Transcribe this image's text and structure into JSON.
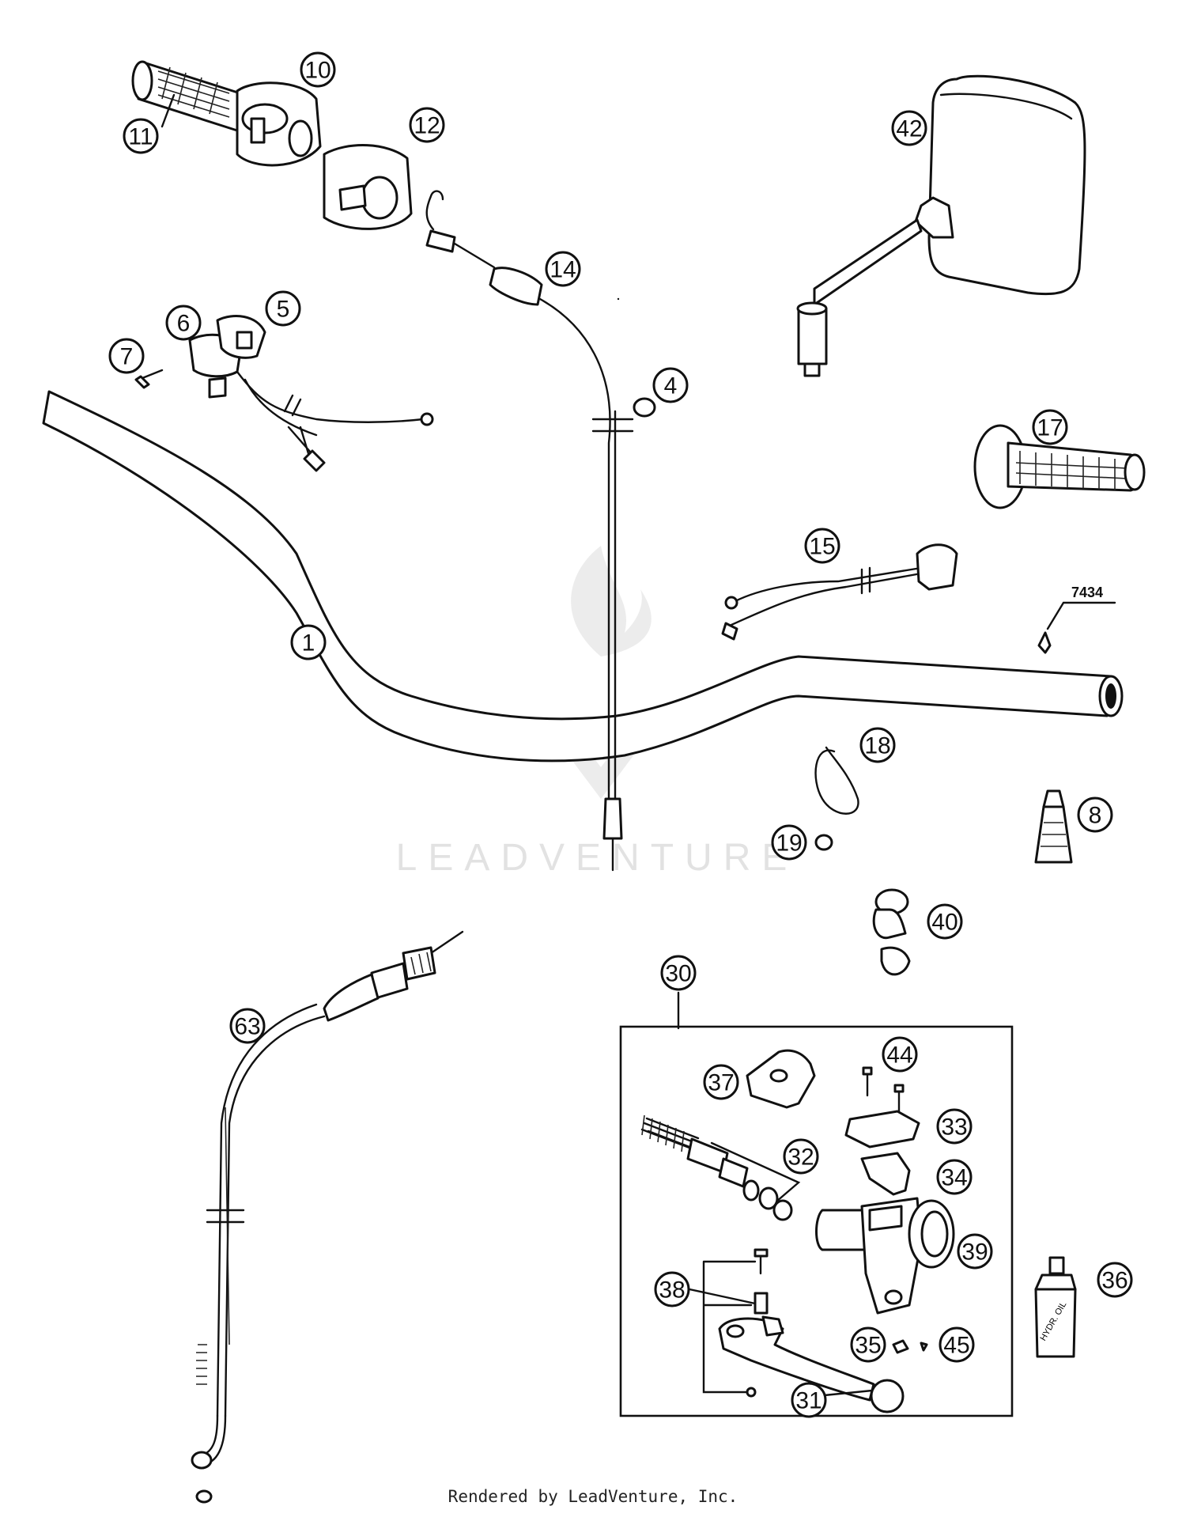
{
  "footer": {
    "text": "Rendered by LeadVenture, Inc."
  },
  "watermark": {
    "text": "LEADVENTURE"
  },
  "reference_label": "7434",
  "callouts": [
    {
      "id": "1",
      "label": "1"
    },
    {
      "id": "4",
      "label": "4"
    },
    {
      "id": "5",
      "label": "5"
    },
    {
      "id": "6",
      "label": "6"
    },
    {
      "id": "7",
      "label": "7"
    },
    {
      "id": "8",
      "label": "8"
    },
    {
      "id": "10",
      "label": "10"
    },
    {
      "id": "11",
      "label": "11"
    },
    {
      "id": "12",
      "label": "12"
    },
    {
      "id": "14",
      "label": "14"
    },
    {
      "id": "15",
      "label": "15"
    },
    {
      "id": "17",
      "label": "17"
    },
    {
      "id": "18",
      "label": "18"
    },
    {
      "id": "19",
      "label": "19"
    },
    {
      "id": "30",
      "label": "30"
    },
    {
      "id": "31",
      "label": "31"
    },
    {
      "id": "32",
      "label": "32"
    },
    {
      "id": "33",
      "label": "33"
    },
    {
      "id": "34",
      "label": "34"
    },
    {
      "id": "35",
      "label": "35"
    },
    {
      "id": "36",
      "label": "36"
    },
    {
      "id": "37",
      "label": "37"
    },
    {
      "id": "38",
      "label": "38"
    },
    {
      "id": "39",
      "label": "39"
    },
    {
      "id": "40",
      "label": "40"
    },
    {
      "id": "42",
      "label": "42"
    },
    {
      "id": "44",
      "label": "44"
    },
    {
      "id": "45",
      "label": "45"
    },
    {
      "id": "63",
      "label": "63"
    }
  ],
  "bottle_labels": {
    "hydraulic_oil": "HYDR. OIL"
  }
}
